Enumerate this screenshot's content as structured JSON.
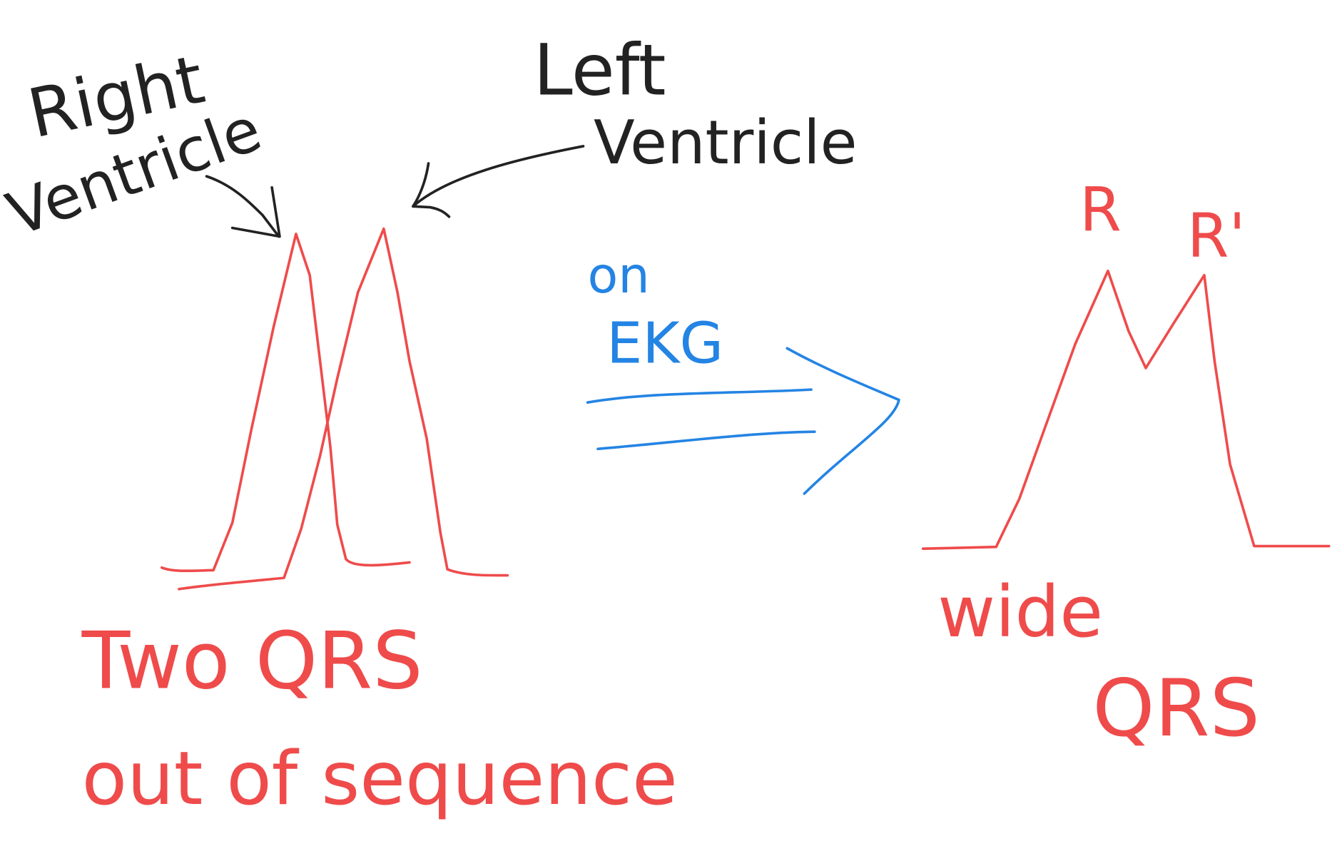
{
  "labels": {
    "right_ventricle": [
      "Right",
      "Ventricle"
    ],
    "left_ventricle": [
      "Left",
      "Ventricle"
    ],
    "on_ekg": [
      "on",
      "EKG"
    ],
    "two_qrs": "Two QRS",
    "out_of_sequence": "out of sequence",
    "r_peak": "R",
    "r_prime_peak": "R'",
    "wide_qrs": [
      "wide",
      "QRS"
    ]
  },
  "colors": {
    "ink": "#222222",
    "red": "#ef4b4b",
    "blue": "#2484e4"
  }
}
